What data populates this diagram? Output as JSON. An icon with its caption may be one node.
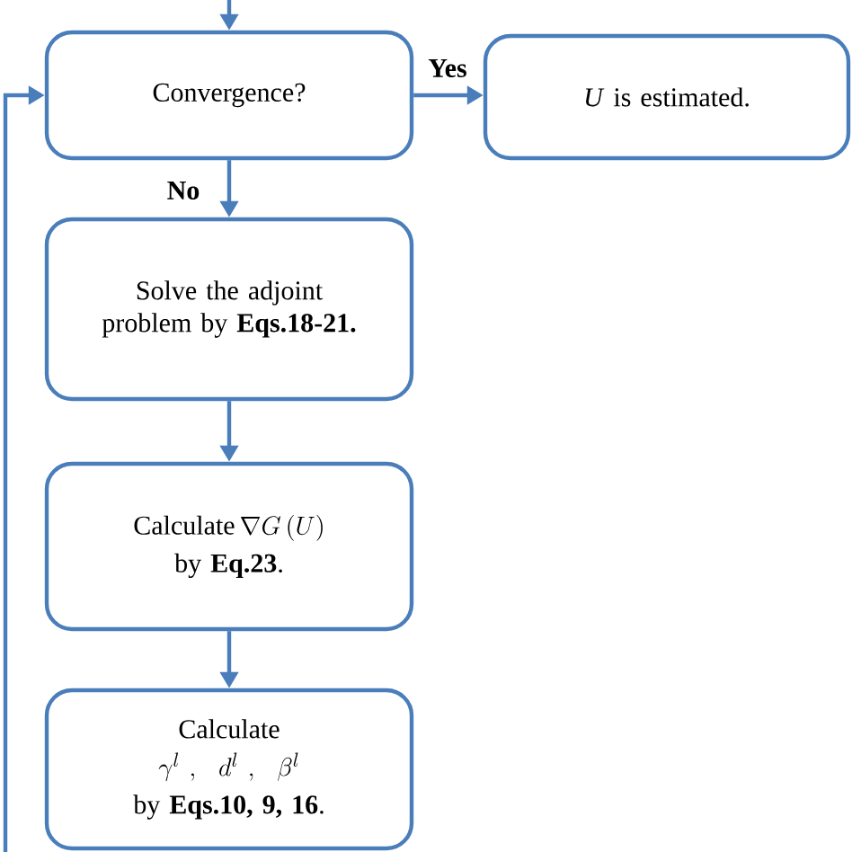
{
  "diagram": {
    "nodes": [
      {
        "text": [
          "Convergence?"
        ]
      },
      {
        "text": [
          "*U* is estimated."
        ]
      },
      {
        "text": [
          "Solve the adjoint problem by **Eqs.18-21.**"
        ]
      },
      {
        "text": [
          "Calculate",
          "\\nabla G\\left(U\\right)",
          "by **Eq.23**."
        ]
      },
      {
        "text": [
          "Calculate",
          "\\gamma^{l}\\ ,\\ \\ d^{l}\\ ,\\ \\ \\beta^{l}",
          "by **Eqs.10, 9, 16**."
        ]
      }
    ],
    "edges": [
      {
        "from": null,
        "to": 0,
        "arrow": "to"
      },
      {
        "from": 0,
        "to": 1,
        "arrow": "to",
        "label": "Yes"
      },
      {
        "from": 0,
        "to": 2,
        "arrow": "to",
        "label": "No"
      },
      {
        "from": 2,
        "to": 3,
        "arrow": "to"
      },
      {
        "from": 3,
        "to": 4,
        "arrow": "to"
      },
      {
        "from": null,
        "to": 0,
        "arrow": "to"
      }
    ]
  }
}
